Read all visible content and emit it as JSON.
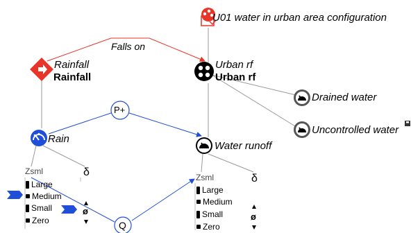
{
  "scenario": {
    "title": "U01 water in urban area configuration",
    "icon": "scenario-icon"
  },
  "config_relation": {
    "label": "Falls on"
  },
  "entities": [
    {
      "id": "rainfall",
      "type": "entity",
      "label_italic": "Rainfall",
      "label_bold": "Rainfall",
      "icon": "rainfall-entity-icon",
      "color": "#e8352a"
    },
    {
      "id": "urban_rf",
      "type": "entity",
      "label_italic": "Urban rf",
      "label_bold": "Urban rf",
      "icon": "urban-rf-entity-icon",
      "color": "#000000"
    }
  ],
  "quantities": [
    {
      "id": "rain",
      "label": "Rain",
      "icon": "rain-quantity-icon",
      "color": "#1f4fd8"
    },
    {
      "id": "water_runoff",
      "label": "Water runoff",
      "icon": "water-runoff-quantity-icon",
      "color": "#000000"
    },
    {
      "id": "drained_water",
      "label": "Drained water",
      "icon": "drained-water-quantity-icon",
      "color": "#000000"
    },
    {
      "id": "uncontrolled_water",
      "label": "Uncontrolled water",
      "icon": "uncontrolled-water-quantity-icon",
      "color": "#000000"
    }
  ],
  "causal": {
    "proportionality": {
      "label": "P+"
    },
    "influence": {
      "label": "Q"
    }
  },
  "quantity_spaces": {
    "rain": {
      "title": "Zsml",
      "values": [
        "Large",
        "Medium",
        "Small",
        "Zero"
      ],
      "current": "Medium"
    },
    "water_runoff": {
      "title": "Zsml",
      "values": [
        "Large",
        "Medium",
        "Small",
        "Zero"
      ]
    }
  },
  "derivatives": {
    "rain": {
      "title": "δ",
      "current_symbol": "ø"
    },
    "water_runoff": {
      "title": "δ",
      "current_symbol": "ø"
    }
  },
  "colors": {
    "causal": "#1f4fd8",
    "structure": "#9a9a9a",
    "config": "#e8352a",
    "value_marker": "#1f4fd8"
  }
}
